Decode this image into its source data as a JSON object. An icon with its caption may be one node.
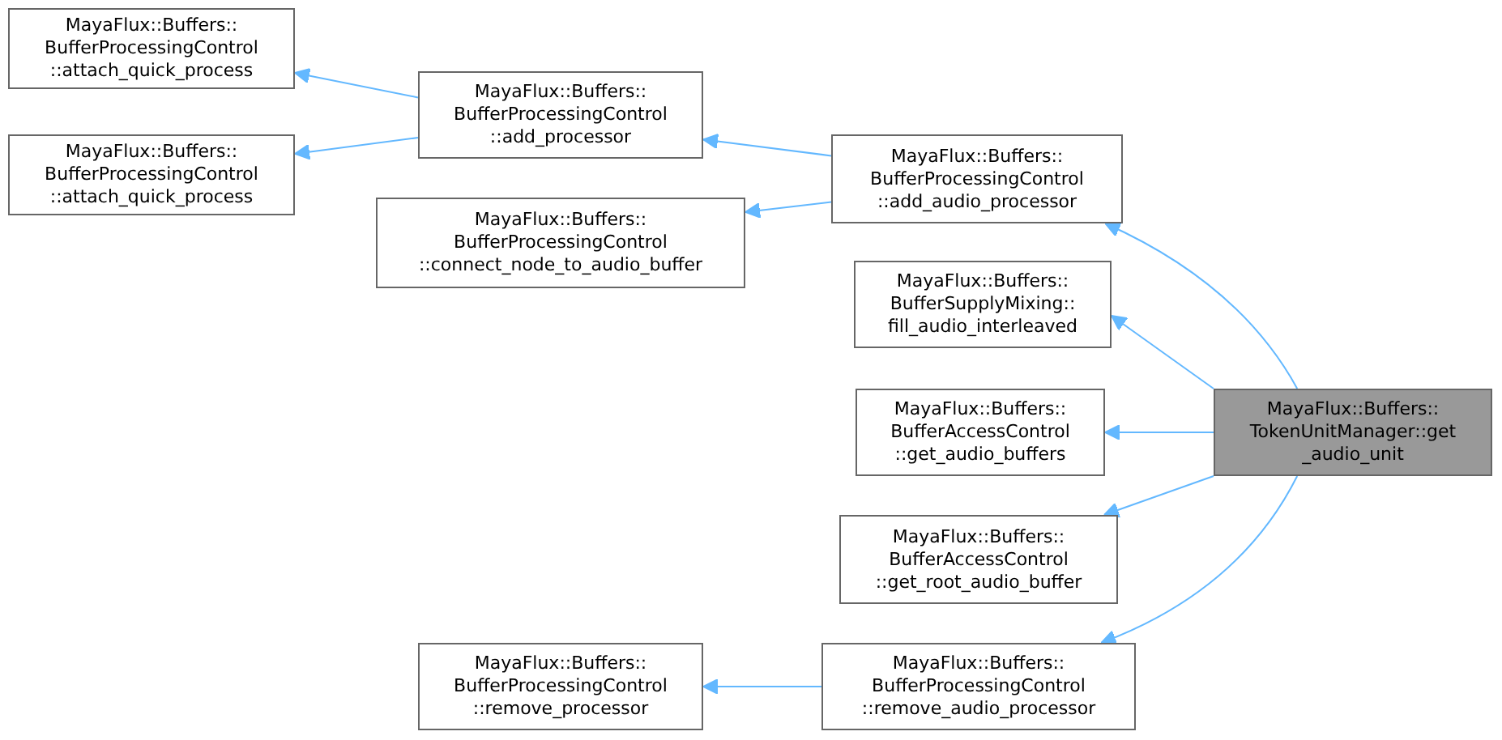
{
  "diagram": {
    "nodes": [
      {
        "text": [
          "MayaFlux::Buffers:: BufferProcessingControl ::attach_quick_process"
        ]
      },
      {
        "text": [
          "MayaFlux::Buffers:: BufferProcessingControl ::attach_quick_process"
        ]
      },
      {
        "text": [
          "MayaFlux::Buffers:: BufferProcessingControl ::add_processor"
        ]
      },
      {
        "text": [
          "MayaFlux::Buffers:: BufferProcessingControl ::connect_node_to_audio_buffer"
        ]
      },
      {
        "text": [
          "MayaFlux::Buffers:: BufferProcessingControl ::add_audio_processor"
        ]
      },
      {
        "text": [
          "MayaFlux::Buffers:: BufferSupplyMixing:: fill_audio_interleaved"
        ]
      },
      {
        "text": [
          "MayaFlux::Buffers:: BufferAccessControl ::get_audio_buffers"
        ]
      },
      {
        "text": [
          "MayaFlux::Buffers:: BufferAccessControl ::get_root_audio_buffer"
        ]
      },
      {
        "text": [
          "MayaFlux::Buffers:: BufferProcessingControl ::remove_processor"
        ]
      },
      {
        "text": [
          "MayaFlux::Buffers:: BufferProcessingControl ::remove_audio_processor"
        ]
      },
      {
        "text": [
          "MayaFlux::Buffers:: TokenUnitManager::get _audio_unit"
        ]
      }
    ],
    "edges": [
      {
        "from": 10,
        "to": 4,
        "arrow": "to"
      },
      {
        "from": 10,
        "to": 5,
        "arrow": "to"
      },
      {
        "from": 10,
        "to": 6,
        "arrow": "to"
      },
      {
        "from": 10,
        "to": 7,
        "arrow": "to"
      },
      {
        "from": 10,
        "to": 9,
        "arrow": "to"
      },
      {
        "from": 4,
        "to": 2,
        "arrow": "to"
      },
      {
        "from": 4,
        "to": 3,
        "arrow": "to"
      },
      {
        "from": 2,
        "to": 0,
        "arrow": "to"
      },
      {
        "from": 2,
        "to": 1,
        "arrow": "to"
      },
      {
        "from": 9,
        "to": 8,
        "arrow": "to"
      }
    ]
  }
}
